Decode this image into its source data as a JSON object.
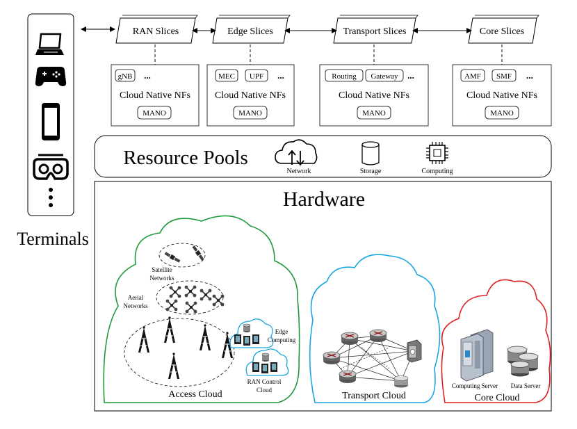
{
  "terminals": {
    "label": "Terminals"
  },
  "slices": [
    {
      "title": "RAN Slices",
      "nfs": [
        "gNB"
      ],
      "more": "...",
      "caption": "Cloud Native NFs",
      "mano": "MANO"
    },
    {
      "title": "Edge Slices",
      "nfs": [
        "MEC",
        "UPF"
      ],
      "more": "...",
      "caption": "Cloud Native NFs",
      "mano": "MANO"
    },
    {
      "title": "Transport Slices",
      "nfs": [
        "Routing",
        "Gateway"
      ],
      "more": "...",
      "caption": "Cloud Native NFs",
      "mano": "MANO"
    },
    {
      "title": "Core Slices",
      "nfs": [
        "AMF",
        "SMF"
      ],
      "more": "...",
      "caption": "Cloud Native NFs",
      "mano": "MANO"
    }
  ],
  "resource_pools": {
    "title": "Resource Pools",
    "items": [
      "Network",
      "Storage",
      "Computing"
    ]
  },
  "hardware": {
    "title": "Hardware",
    "access_cloud": {
      "label": "Access Cloud",
      "satellite": "Satellite Networks",
      "aerial": "Aerial Networks",
      "edge": "Edge Computing",
      "ran_control": "RAN Control Cloud"
    },
    "transport_cloud": {
      "label": "Transport Cloud"
    },
    "core_cloud": {
      "label": "Core Cloud",
      "computing_server": "Computing Server",
      "data_server": "Data Server"
    }
  },
  "colors": {
    "access": "#1f9a3a",
    "transport": "#1aa6e0",
    "core": "#e02020",
    "router": "#8a1a1a"
  }
}
